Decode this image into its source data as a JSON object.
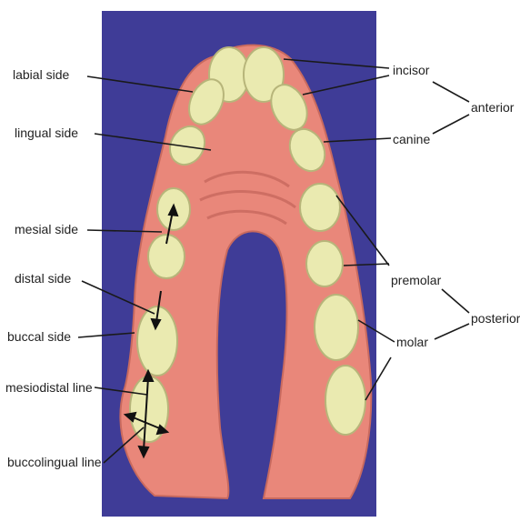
{
  "colors": {
    "background": "#3f3c97",
    "gum": "#e9877a",
    "gum_dark": "#c96a5e",
    "tooth": "#eaeab0",
    "tooth_edge": "#b7b57a",
    "leader": "#1a1a1a"
  },
  "labels": {
    "labial_side": "labial side",
    "lingual_side": "lingual side",
    "mesial_side": "mesial side",
    "distal_side": "distal side",
    "buccal_side": "buccal side",
    "mesiodistal_line": "mesiodistal line",
    "buccolingual_line": "buccolingual line",
    "incisor": "incisor",
    "anterior": "anterior",
    "canine": "canine",
    "premolar": "premolar",
    "posterior": "posterior",
    "molar": "molar"
  }
}
